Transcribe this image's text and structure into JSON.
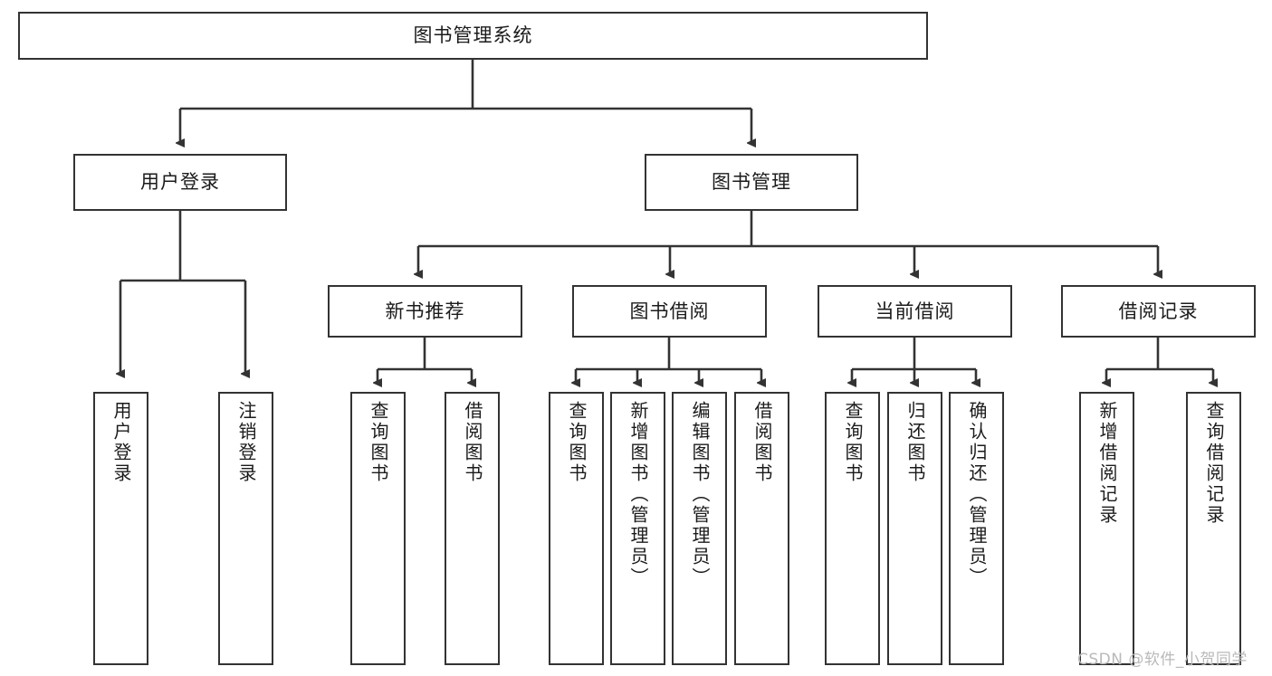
{
  "diagram": {
    "title": "图书管理系统",
    "type": "tree-hierarchy-diagram",
    "colors": {
      "box_border": "#333333",
      "box_fill": "#ffffff",
      "connector": "#333333",
      "text": "#1b1b1b",
      "watermark": "#b9b9b9",
      "background": "#ffffff"
    },
    "root": {
      "label": "图书管理系统"
    },
    "level2": [
      {
        "label": "用户登录"
      },
      {
        "label": "图书管理"
      }
    ],
    "level3": [
      {
        "label": "新书推荐"
      },
      {
        "label": "图书借阅"
      },
      {
        "label": "当前借阅"
      },
      {
        "label": "借阅记录"
      }
    ],
    "leaves": {
      "user_login": [
        {
          "label": "用户登录"
        },
        {
          "label": "注销登录"
        }
      ],
      "new_book": [
        {
          "label": "查询图书"
        },
        {
          "label": "借阅图书"
        }
      ],
      "book_borrow": [
        {
          "label": "查询图书"
        },
        {
          "label": "新增图书（管理员）"
        },
        {
          "label": "编辑图书（管理员）"
        },
        {
          "label": "借阅图书"
        }
      ],
      "current_borrow": [
        {
          "label": "查询图书"
        },
        {
          "label": "归还图书"
        },
        {
          "label": "确认归还（管理员）"
        }
      ],
      "borrow_record": [
        {
          "label": "新增借阅记录"
        },
        {
          "label": "查询借阅记录"
        }
      ]
    }
  },
  "watermark": {
    "text": "CSDN @软件_小贺同学"
  }
}
